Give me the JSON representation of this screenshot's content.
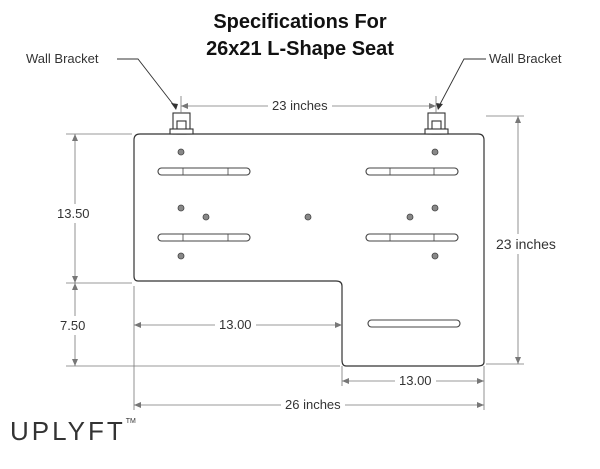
{
  "title": {
    "line1": "Specifications For",
    "line2": "26x21 L-Shape Seat"
  },
  "callouts": {
    "left": "Wall Bracket",
    "right": "Wall Bracket"
  },
  "dimensions": {
    "bracket_spacing": "23 inches",
    "depth_total": "23 inches",
    "upper_depth": "13.50",
    "lower_depth": "7.50",
    "cutout_width": "13.00",
    "leg_width": "13.00",
    "overall_width": "26 inches"
  },
  "brand": {
    "name": "UPLYFT",
    "mark": "TM"
  },
  "colors": {
    "plate_fill": "#ffffff",
    "plate_stroke": "#333333",
    "dimension_line": "#777777",
    "hole": "#888888"
  }
}
